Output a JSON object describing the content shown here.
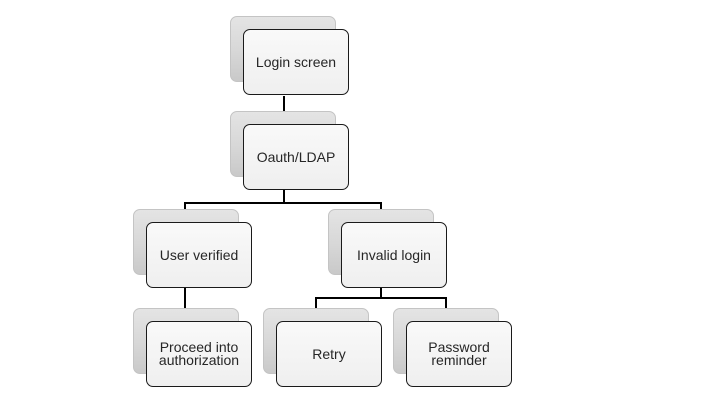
{
  "diagram": {
    "nodes": {
      "login_screen": "Login screen",
      "oauth_ldap": "Oauth/LDAP",
      "user_verified": "User verified",
      "invalid_login": "Invalid login",
      "proceed": "Proceed into\nauthorization",
      "retry": "Retry",
      "password_reminder": "Password\nreminder"
    },
    "edges": [
      {
        "from": "Login screen",
        "to": "Oauth/LDAP"
      },
      {
        "from": "Oauth/LDAP",
        "to": "User verified"
      },
      {
        "from": "Oauth/LDAP",
        "to": "Invalid login"
      },
      {
        "from": "User verified",
        "to": "Proceed into\nauthorization"
      },
      {
        "from": "Invalid login",
        "to": "Retry"
      },
      {
        "from": "Invalid login",
        "to": "Password\nreminder"
      }
    ],
    "colors": {
      "node_fill": "#f4f4f4",
      "node_border": "#1a1a1a",
      "shadow_fill": "#d7d7d7",
      "connector": "#000000",
      "text": "#262626"
    }
  }
}
